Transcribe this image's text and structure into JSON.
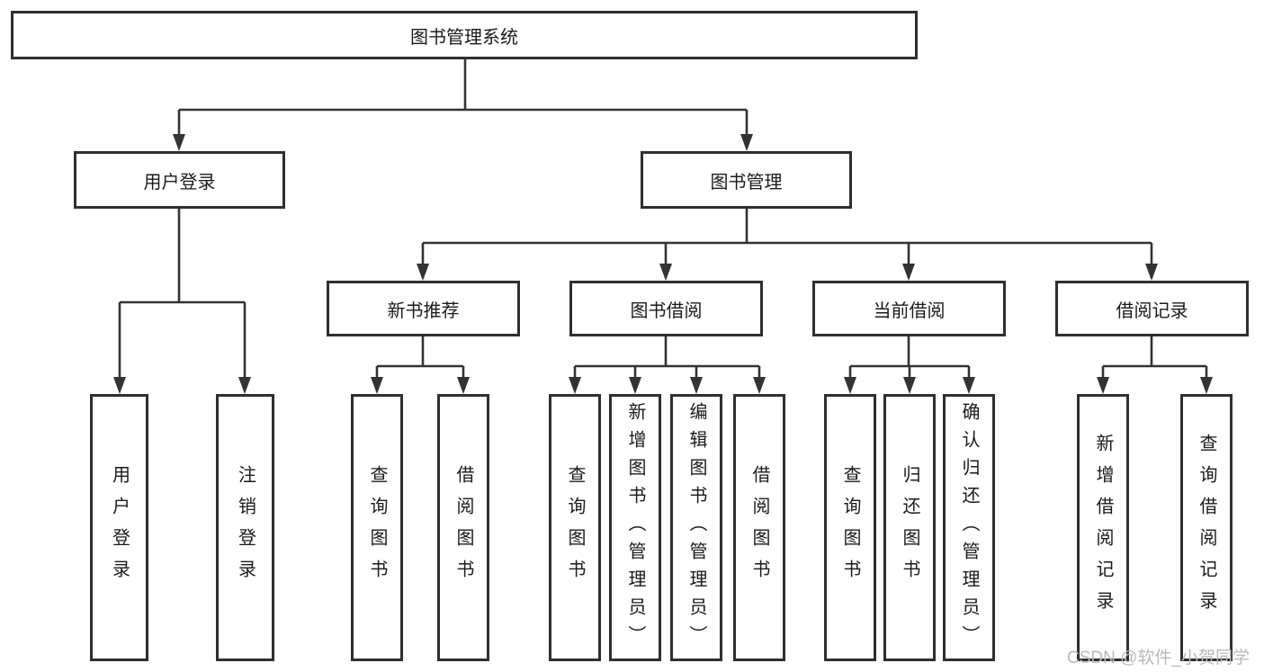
{
  "diagram": {
    "root": {
      "label": "图书管理系统"
    },
    "level2": [
      {
        "label": "用户登录"
      },
      {
        "label": "图书管理"
      }
    ],
    "level3": [
      {
        "label": "新书推荐"
      },
      {
        "label": "图书借阅"
      },
      {
        "label": "当前借阅"
      },
      {
        "label": "借阅记录"
      }
    ],
    "leaves": [
      {
        "label": "用户登录"
      },
      {
        "label": "注销登录"
      },
      {
        "label": "查询图书"
      },
      {
        "label": "借阅图书"
      },
      {
        "label": "查询图书"
      },
      {
        "label": "新增图书（管理员）"
      },
      {
        "label": "编辑图书（管理员）"
      },
      {
        "label": "借阅图书"
      },
      {
        "label": "查询图书"
      },
      {
        "label": "归还图书"
      },
      {
        "label": "确认归还（管理员）"
      },
      {
        "label": "新增借阅记录"
      },
      {
        "label": "查询借阅记录"
      }
    ]
  },
  "watermark": "CSDN @软件_小贺同学",
  "colors": {
    "line": "#333333",
    "border": "#2f2f2f",
    "text": "#1a1a1a",
    "watermark": "#b9b9b9",
    "background": "#ffffff"
  }
}
